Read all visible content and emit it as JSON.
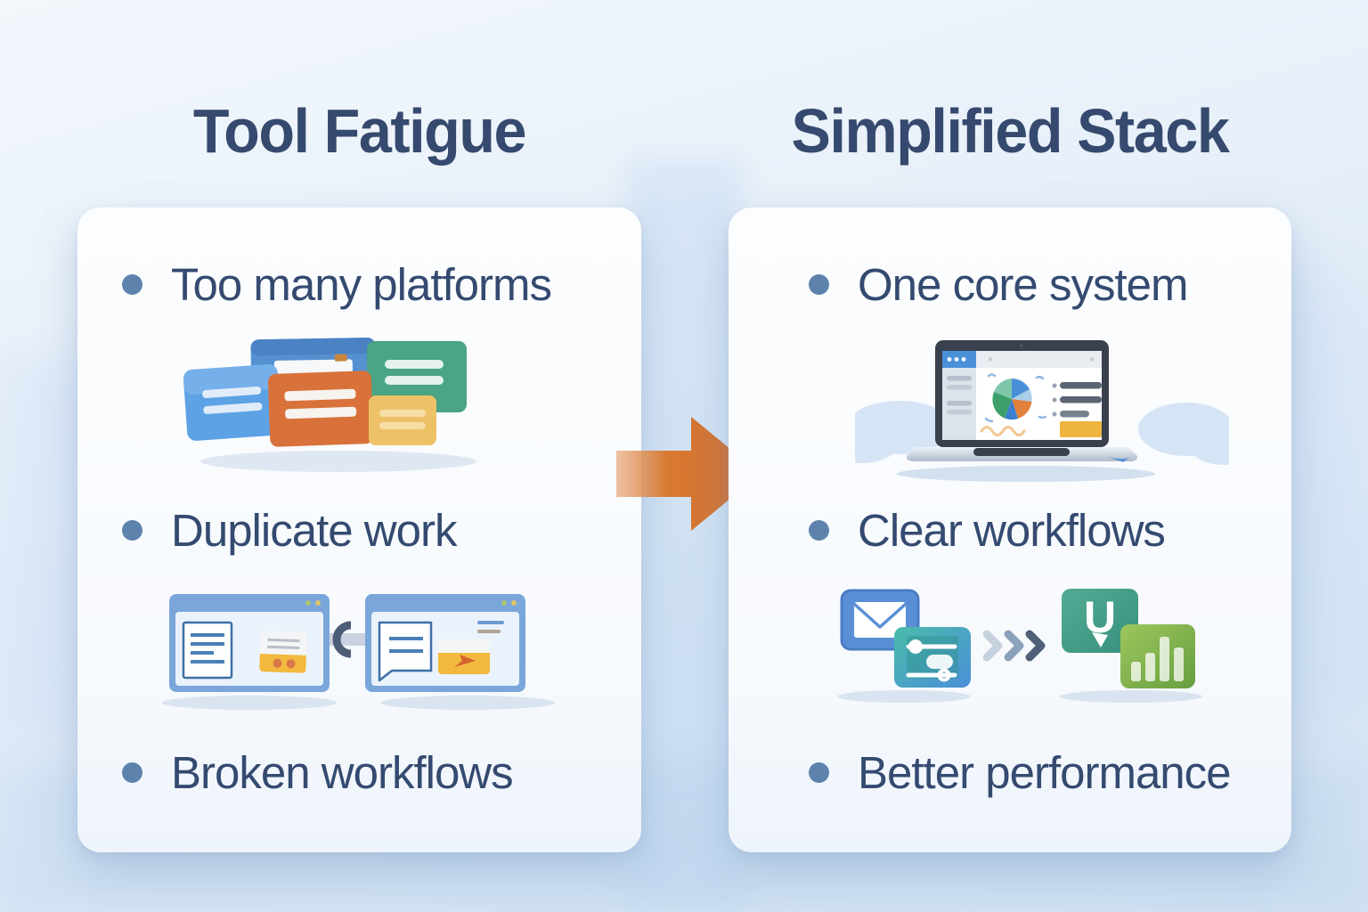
{
  "header": {
    "left_title": "Tool Fatigue",
    "right_title": "Simplified Stack"
  },
  "left_panel": {
    "bullets": [
      {
        "label": "Too many platforms"
      },
      {
        "label": "Duplicate work"
      },
      {
        "label": "Broken workflows"
      }
    ],
    "illustrations": {
      "platform_cluster": "scattered-app-cards-icon",
      "duplicate_windows": "two-linked-duplicate-windows-icon"
    }
  },
  "right_panel": {
    "bullets": [
      {
        "label": "One core system"
      },
      {
        "label": "Clear workflows"
      },
      {
        "label": "Better performance"
      }
    ],
    "u_icon_glyph": "U",
    "illustrations": {
      "laptop_dashboard": "laptop-analytics-dashboard-icon",
      "workflow_icons": "mail-automation-chevrons-app-barchart-icons"
    }
  },
  "arrow": {
    "direction": "right",
    "color": "#d4702f"
  },
  "colors": {
    "title_text": "#36496e",
    "bullet_text": "#344a70",
    "bullet_dot": "#5d83ad",
    "background_top": "#f1f6fc",
    "background_bottom": "#d3e3f3",
    "card_background": "#f9fbfe",
    "arrow_orange": "#d4702f"
  }
}
